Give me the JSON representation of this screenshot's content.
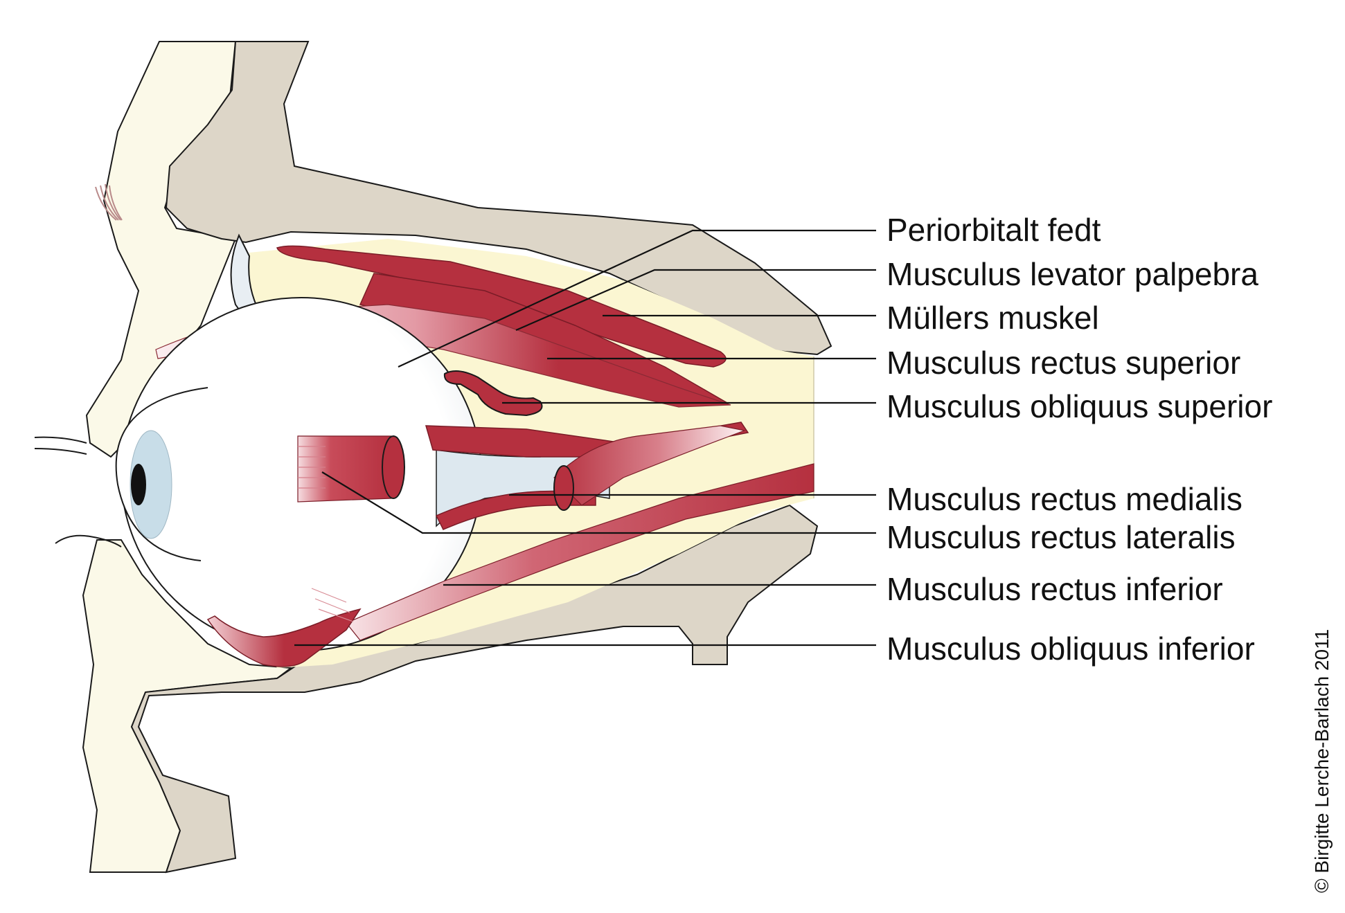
{
  "diagram": {
    "labels": [
      {
        "id": "periorbital-fat",
        "text": "Periorbitalt fedt"
      },
      {
        "id": "levator-palpebrae",
        "text": "Musculus levator palpebra"
      },
      {
        "id": "mullers-muscle",
        "text": "Müllers muskel"
      },
      {
        "id": "rectus-superior",
        "text": "Musculus rectus superior"
      },
      {
        "id": "obliquus-superior",
        "text": "Musculus obliquus superior"
      },
      {
        "id": "rectus-medialis",
        "text": "Musculus rectus medialis"
      },
      {
        "id": "rectus-lateralis",
        "text": "Musculus rectus lateralis"
      },
      {
        "id": "rectus-inferior",
        "text": "Musculus rectus inferior"
      },
      {
        "id": "obliquus-inferior",
        "text": "Musculus obliquus inferior"
      }
    ],
    "copyright": "© Birgitte Lerche-Barlach 2011",
    "colors": {
      "bone": "#ddd6c8",
      "skin": "#fbf9e8",
      "fat": "#fbf6d2",
      "muscle": "#b5303f",
      "muscle_light": "#e9a9b1",
      "eyeball": "#ffffff",
      "iris": "#c8dde8",
      "pupil": "#111111",
      "nerve": "#dde8ef",
      "line": "#111111"
    }
  }
}
